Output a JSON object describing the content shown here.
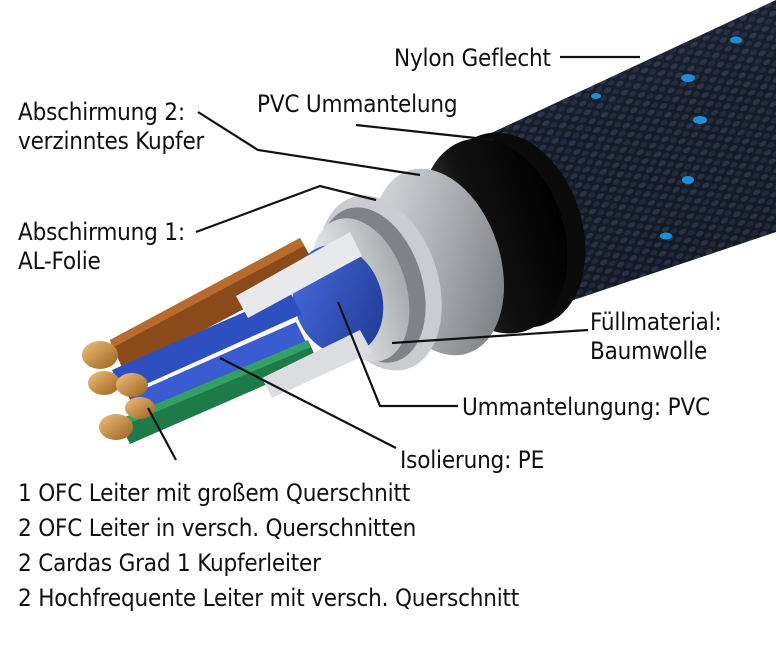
{
  "labels": {
    "nylon": "Nylon Geflecht",
    "pvc_jacket": "PVC Ummantelung",
    "shield2": [
      "Abschirmung 2:",
      "verzinntes Kupfer"
    ],
    "shield1": [
      "Abschirmung 1:",
      "AL-Folie"
    ],
    "filler": [
      "Füllmaterial:",
      "Baumwolle"
    ],
    "inner_jacket": "Ummantelungung: PVC",
    "insulation": "Isolierung: PE"
  },
  "conductors": [
    "1 OFC Leiter mit großem Querschnitt",
    "2 OFC Leiter in versch. Querschnitten",
    "2 Cardas Grad 1 Kupferleiter",
    "2 Hochfrequente Leiter mit versch. Querschnitt"
  ],
  "colors": {
    "braid": "#1c2433",
    "braid_accent": "#1e8fd6",
    "jacket": "#1a1a1a",
    "shield": "#b9bcc0",
    "foil": "#d4d6d8",
    "inner_core": "#2f55c8",
    "wire_brown": "#8a4a1a",
    "wire_blue": "#2e4fc0",
    "wire_green": "#1f7a4a",
    "copper": "#c8893a"
  }
}
